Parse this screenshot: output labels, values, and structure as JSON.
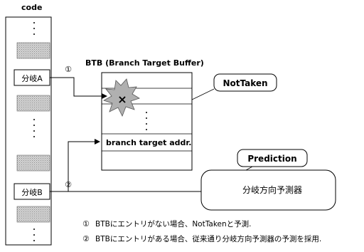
{
  "code_column": {
    "title": "code",
    "branch_a": "分岐A",
    "branch_b": "分岐B"
  },
  "btb": {
    "title": "BTB (Branch Target Buffer)",
    "entry_label": "branch target addr."
  },
  "callouts": {
    "not_taken": "NotTaken",
    "prediction": "Prediction"
  },
  "predictor": {
    "label": "分岐方向予測器"
  },
  "markers": {
    "one": "①",
    "two": "②"
  },
  "cross_mark": "×",
  "notes": [
    {
      "num": "①",
      "text": "BTBにエントリがない場合、NotTakenと予測."
    },
    {
      "num": "②",
      "text": "BTBにエントリがある場合、従来通り分岐方向予測器の予測を採用."
    }
  ],
  "colors": {
    "hatch_block": "#c8c8c8",
    "starburst": "#b0b0b0",
    "line": "#000000"
  }
}
